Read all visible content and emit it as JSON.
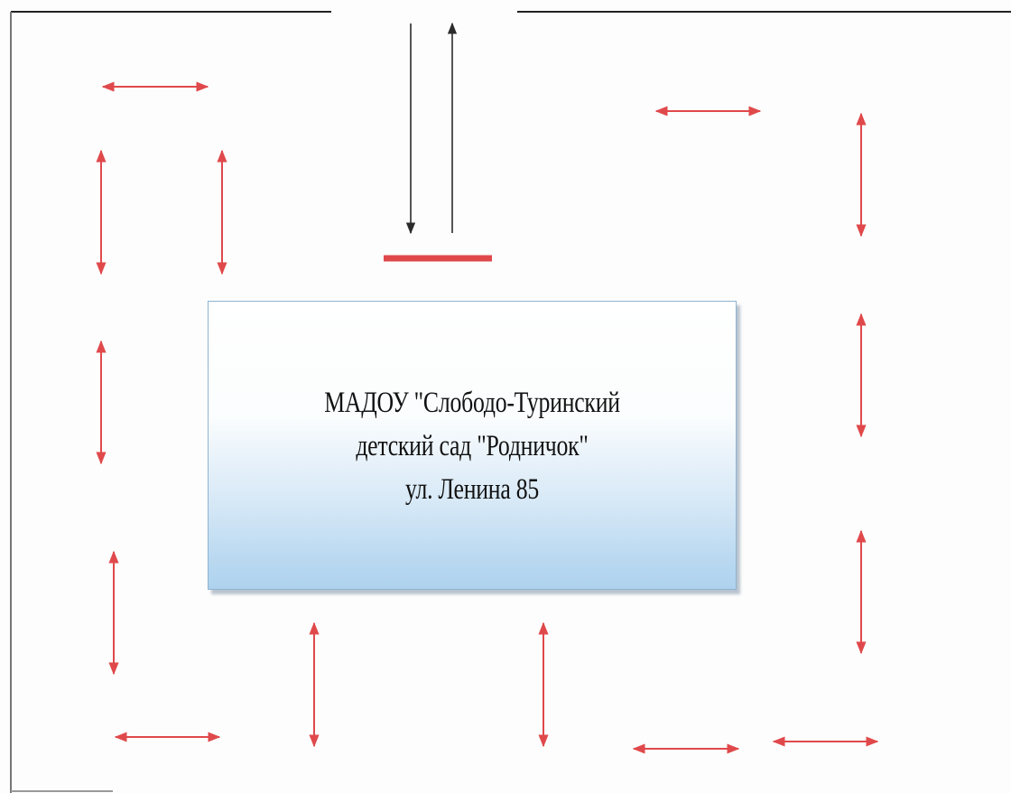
{
  "building": {
    "line1": "МАДОУ \"Слободо-Туринский",
    "line2": "детский сад \"Родничок\"",
    "line3": "ул. Ленина 85"
  },
  "colors": {
    "route_arrow": "#e0494b",
    "entry_arrow": "#2b2b2b",
    "entrance_bar": "#e0494b",
    "fence": "#222222",
    "building_fill_top": "#ffffff",
    "building_fill_bottom": "#aed2ee",
    "building_border": "#8fb3cf"
  }
}
